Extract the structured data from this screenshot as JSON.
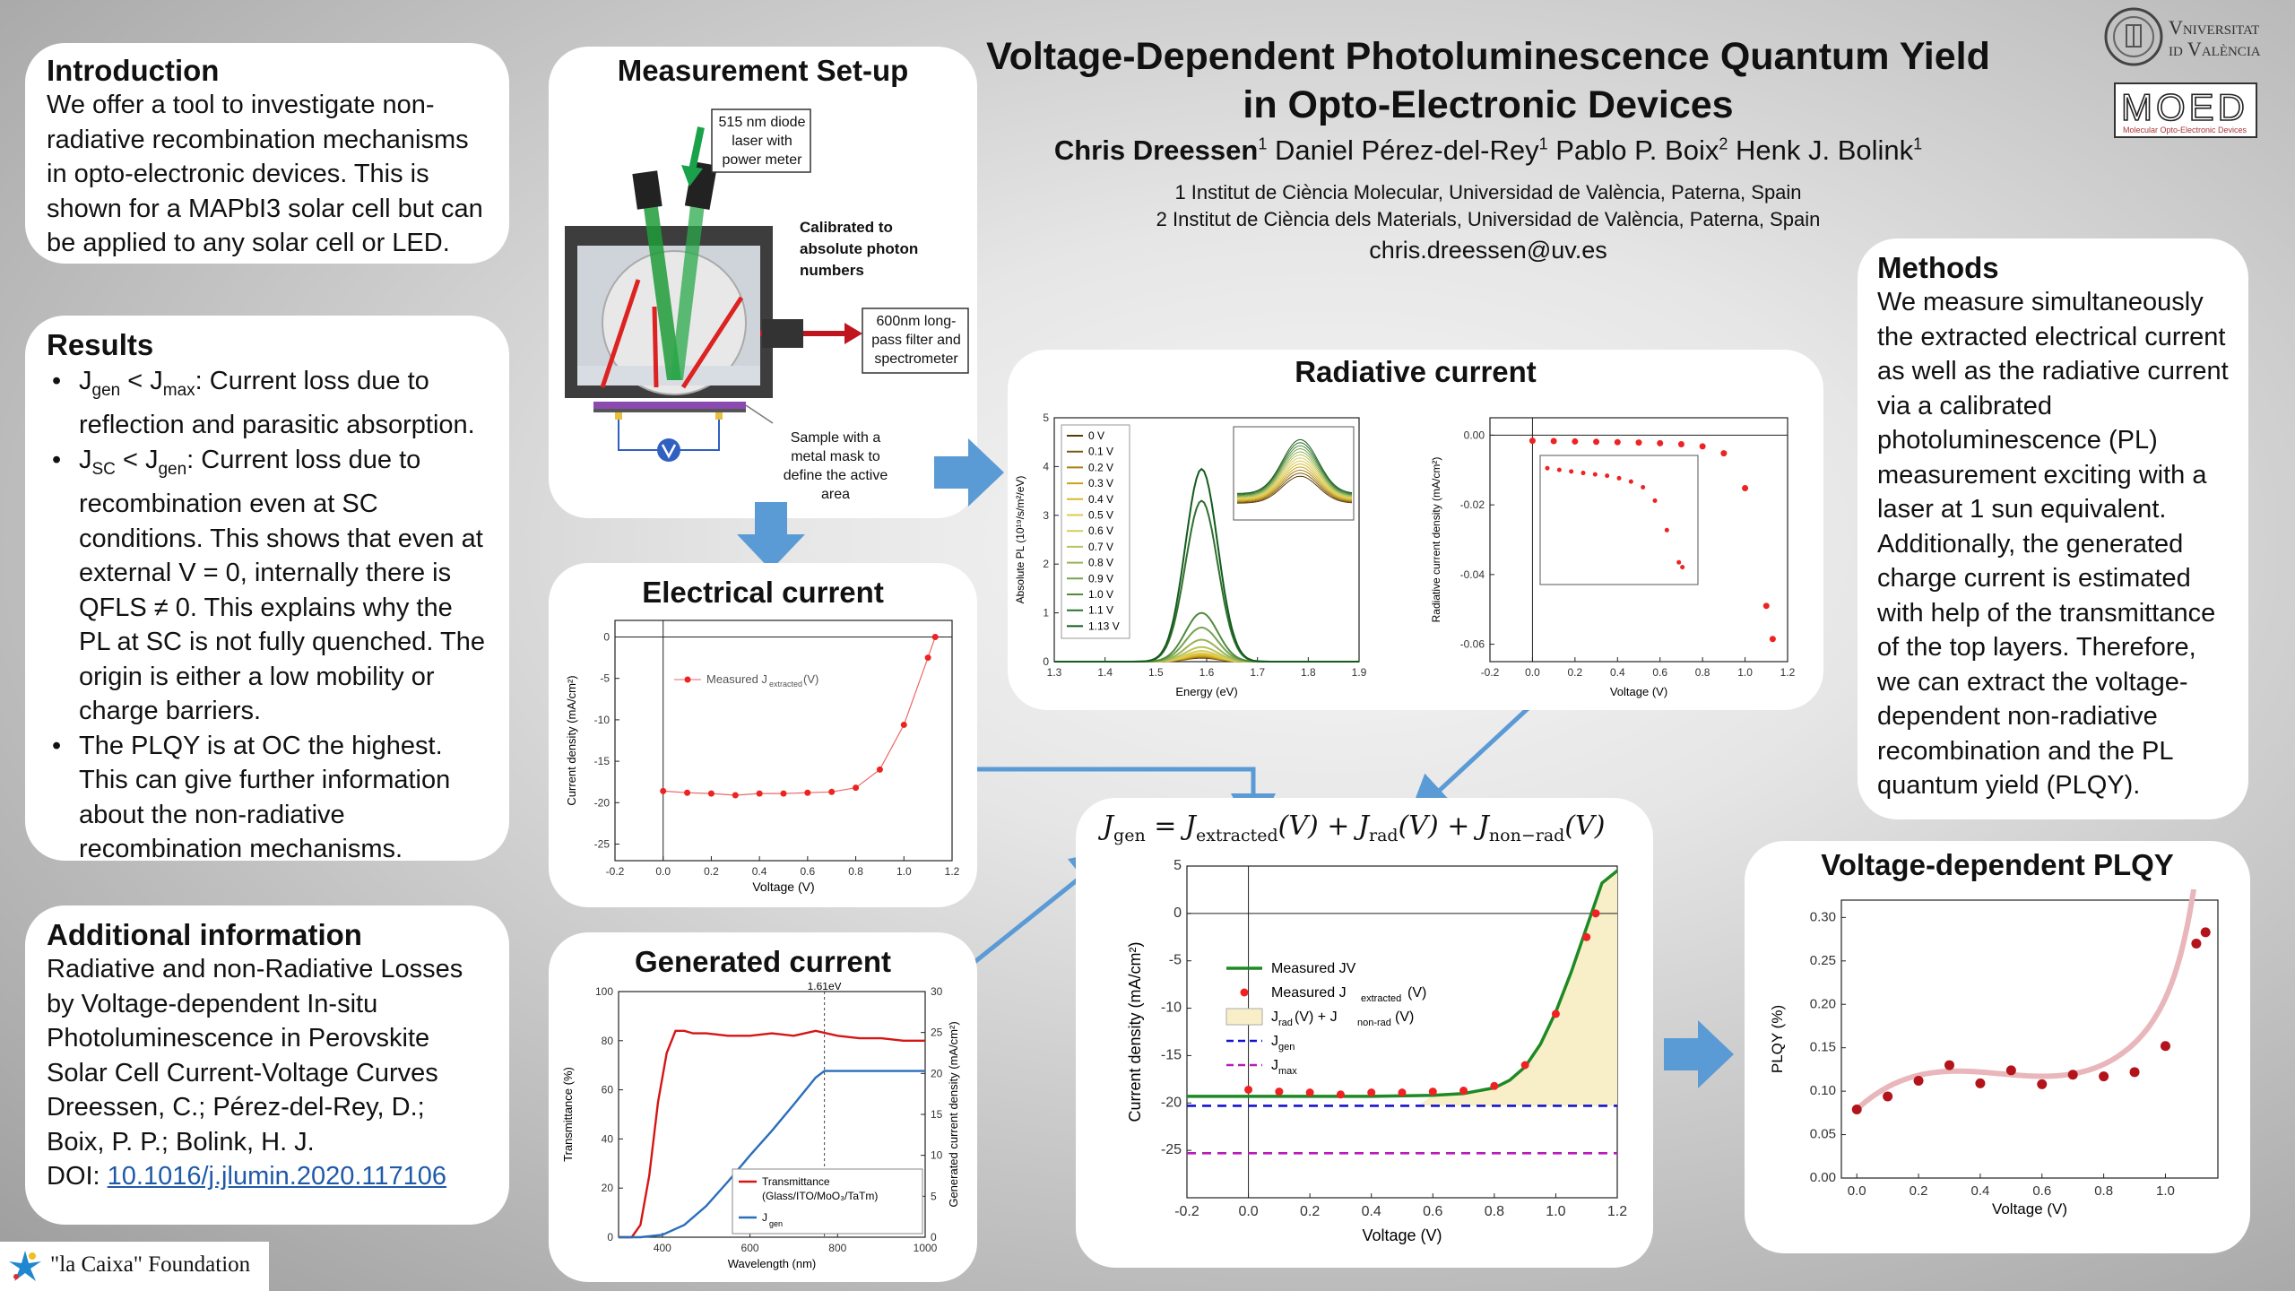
{
  "header": {
    "title_line1": "Voltage-Dependent Photoluminescence Quantum Yield",
    "title_line2": "in Opto-Electronic Devices",
    "authors": [
      {
        "name": "Chris Dreessen",
        "sup": "1"
      },
      {
        "name": "Daniel Pérez-del-Rey",
        "sup": "1"
      },
      {
        "name": "Pablo P. Boix",
        "sup": "2"
      },
      {
        "name": "Henk J. Bolink",
        "sup": "1"
      }
    ],
    "affiliation1": "1 Institut de Ciència Molecular, Universidad de València, Paterna, Spain",
    "affiliation2": "2 Institut de Ciència dels Materials, Universidad de València, Paterna, Spain",
    "email": "chris.dreessen@uv.es"
  },
  "logos": {
    "uv_line1": "Vniversitat",
    "uv_line2": "id València",
    "moed": "MOED",
    "moed_sub": "Molecular Opto-Electronic Devices",
    "caixa": "\"la Caixa\" Foundation"
  },
  "introduction": {
    "title": "Introduction",
    "text": "We offer a tool to investigate non-radiative recombination mechanisms in opto-electronic devices. This is shown for a MAPbI3 solar cell but can be applied to any solar cell or LED."
  },
  "results": {
    "title": "Results",
    "b1_a": "J",
    "b1_sub1": "gen",
    "b1_b": " < J",
    "b1_sub2": "max",
    "b1_c": ": Current loss due to reflection and parasitic absorption.",
    "b2_a": "J",
    "b2_sub1": "SC",
    "b2_b": " < J",
    "b2_sub2": "gen",
    "b2_c": ": Current loss due to recombination even at SC conditions. This shows that even at external V = 0, internally there is QFLS ≠ 0. This explains why the PL at SC is not fully quenched. The origin is either a low mobility or charge barriers.",
    "b3": "The PLQY is at OC the highest. This can give further information about the non-radiative recombination mechanisms."
  },
  "additional": {
    "title": "Additional information",
    "text": "Radiative and non-Radiative Losses by Voltage-dependent In-situ Photoluminescence in Perovskite Solar Cell Current-Voltage Curves",
    "ref": "Dreessen, C.; Pérez-del-Rey, D.; Boix, P. P.; Bolink, H. J.",
    "doi_label": "DOI: ",
    "doi": "10.1016/j.jlumin.2020.117106"
  },
  "methods": {
    "title": "Methods",
    "text": "We measure simultaneously the extracted electrical current as well as the radiative current via a calibrated photoluminescence (PL) measurement exciting with a laser at 1 sun equivalent. Additionally, the generated charge current is estimated with help of the transmittance of the top layers. Therefore, we can extract the voltage-dependent non-radiative recombination and the PL quantum yield (PLQY)."
  },
  "setup": {
    "title": "Measurement Set-up",
    "laser": "515 nm diode laser with power meter",
    "calib": "Calibrated to absolute photon numbers",
    "filter": "600nm long-pass filter and spectrometer",
    "sample": "Sample with a metal mask to define the active area"
  },
  "electrical": {
    "title": "Electrical current",
    "xlabel": "Voltage (V)",
    "ylabel": "Current density (mA/cm²)",
    "legend": "Measured J",
    "legend_sub": "extracted",
    "legend_end": "(V)",
    "xticks": [
      "-0.2",
      "0.0",
      "0.2",
      "0.4",
      "0.6",
      "0.8",
      "1.0",
      "1.2"
    ],
    "yticks": [
      "0",
      "-5",
      "-10",
      "-15",
      "-20",
      "-25"
    ]
  },
  "generated": {
    "title": "Generated current",
    "xlabel": "Wavelength (nm)",
    "ylabel_left": "Transmittance (%)",
    "ylabel_right": "Generated current density (mA/cm²)",
    "marker": "1.61eV",
    "legend1": "Transmittance",
    "legend1b": "(Glass/ITO/MoO₃/TaTm)",
    "legend2": "J",
    "legend2_sub": "gen",
    "xticks": [
      "400",
      "600",
      "800",
      "1000"
    ],
    "yticks_left": [
      "0",
      "20",
      "40",
      "60",
      "80",
      "100"
    ],
    "yticks_right": [
      "0",
      "5",
      "10",
      "15",
      "20",
      "25",
      "30"
    ]
  },
  "radiative": {
    "title": "Radiative current",
    "pl_xlabel": "Energy (eV)",
    "pl_ylabel": "Absolute PL (10¹⁹/s/m²/eV)",
    "pl_xticks": [
      "1.3",
      "1.4",
      "1.5",
      "1.6",
      "1.7",
      "1.8",
      "1.9"
    ],
    "pl_yticks": [
      "0",
      "1",
      "2",
      "3",
      "4",
      "5"
    ],
    "legend_voltages": [
      "0 V",
      "0.1 V",
      "0.2 V",
      "0.3 V",
      "0.4 V",
      "0.5 V",
      "0.6 V",
      "0.7 V",
      "0.8 V",
      "0.9 V",
      "1.0 V",
      "1.1 V",
      "1.13 V"
    ],
    "legend_colors": [
      "#5b3a07",
      "#7a5a10",
      "#a87f10",
      "#c9a21a",
      "#d8b92d",
      "#e0c84a",
      "#d4cf5a",
      "#b8c45c",
      "#97b456",
      "#76a34f",
      "#4f8a3d",
      "#2f6f2d",
      "#135b1c"
    ],
    "rc_xlabel": "Voltage (V)",
    "rc_ylabel": "Radiative current density (mA/cm²)",
    "rc_xticks": [
      "-0.2",
      "0.0",
      "0.2",
      "0.4",
      "0.6",
      "0.8",
      "1.0",
      "1.2"
    ],
    "rc_yticks": [
      "0.00",
      "-0.02",
      "-0.04",
      "-0.06"
    ]
  },
  "equation": {
    "lhs": "J",
    "lhs_sub": "gen",
    "t1": "J",
    "t1_sub": "extracted",
    "t2": "J",
    "t2_sub": "rad",
    "t3": "J",
    "t3_sub": "non−rad",
    "arg": "(V)"
  },
  "jv": {
    "xlabel": "Voltage (V)",
    "ylabel": "Current density (mA/cm²)",
    "xticks": [
      "-0.2",
      "0.0",
      "0.2",
      "0.4",
      "0.6",
      "0.8",
      "1.0",
      "1.2"
    ],
    "yticks": [
      "5",
      "0",
      "-5",
      "-10",
      "-15",
      "-20",
      "-25"
    ],
    "legend": [
      "Measured JV",
      "Measured J",
      "J",
      "J",
      "J"
    ],
    "legend_sub": [
      "",
      "extracted",
      "rad",
      "gen",
      "max"
    ],
    "legend_tail": [
      "",
      "(V)",
      "(V) + J",
      "",
      ""
    ],
    "legend_tail2": "non-rad",
    "legend_tail3": "(V)"
  },
  "plqy": {
    "title": "Voltage-dependent PLQY",
    "xlabel": "Voltage (V)",
    "ylabel": "PLQY (%)",
    "xticks": [
      "0.0",
      "0.2",
      "0.4",
      "0.6",
      "0.8",
      "1.0"
    ],
    "yticks": [
      "0.00",
      "0.05",
      "0.10",
      "0.15",
      "0.20",
      "0.25",
      "0.30"
    ]
  },
  "chart_data": [
    {
      "type": "scatter",
      "id": "electrical",
      "title": "Electrical current",
      "xlabel": "Voltage (V)",
      "ylabel": "Current density (mA/cm²)",
      "xlim": [
        -0.2,
        1.2
      ],
      "ylim": [
        -27,
        2
      ],
      "series": [
        {
          "name": "Measured Jextracted(V)",
          "x": [
            0,
            0.1,
            0.2,
            0.3,
            0.4,
            0.5,
            0.6,
            0.7,
            0.8,
            0.9,
            1.0,
            1.1,
            1.13
          ],
          "y": [
            -18.6,
            -18.8,
            -18.9,
            -19.1,
            -18.9,
            -18.9,
            -18.8,
            -18.7,
            -18.2,
            -16.0,
            -10.6,
            -2.5,
            0
          ]
        }
      ]
    },
    {
      "type": "line",
      "id": "generated",
      "title": "Generated current",
      "xlabel": "Wavelength (nm)",
      "xlim": [
        300,
        1000
      ],
      "series": [
        {
          "name": "Transmittance (Glass/ITO/MoO3/TaTm)",
          "x": [
            300,
            330,
            350,
            370,
            390,
            410,
            430,
            450,
            470,
            500,
            550,
            600,
            650,
            700,
            750,
            800,
            850,
            900,
            950,
            1000
          ],
          "y": [
            0,
            0,
            5,
            25,
            55,
            75,
            84,
            84,
            83,
            83,
            82,
            82,
            83,
            82,
            84,
            82,
            81,
            81,
            80,
            80
          ]
        },
        {
          "name": "Jgen",
          "x": [
            300,
            350,
            400,
            450,
            500,
            550,
            600,
            650,
            700,
            750,
            770,
            800,
            900,
            1000
          ],
          "y": [
            0,
            0,
            0.3,
            1.5,
            3.8,
            6.8,
            10,
            13,
            16.2,
            19.5,
            20.3,
            20.3,
            20.3,
            20.3
          ]
        }
      ]
    },
    {
      "type": "line",
      "id": "pl",
      "xlabel": "Energy (eV)",
      "ylabel": "Absolute PL (10^19/s/m²/eV)",
      "xlim": [
        1.3,
        1.9
      ],
      "ylim": [
        0,
        5
      ],
      "series_peaks": [
        0.08,
        0.09,
        0.1,
        0.12,
        0.14,
        0.17,
        0.22,
        0.3,
        0.45,
        0.7,
        1.0,
        3.3,
        3.95
      ],
      "peak_energy": 1.59
    },
    {
      "type": "scatter",
      "id": "radiative",
      "xlabel": "Voltage (V)",
      "ylabel": "Radiative current density (mA/cm²)",
      "xlim": [
        -0.2,
        1.2
      ],
      "ylim": [
        -0.065,
        0.005
      ],
      "series": [
        {
          "name": "Jrad",
          "x": [
            0,
            0.1,
            0.2,
            0.3,
            0.4,
            0.5,
            0.6,
            0.7,
            0.8,
            0.9,
            1.0,
            1.1,
            1.13
          ],
          "y": [
            -0.0016,
            -0.0017,
            -0.0018,
            -0.0019,
            -0.002,
            -0.0021,
            -0.0023,
            -0.0026,
            -0.0032,
            -0.0052,
            -0.0152,
            -0.049,
            -0.0585
          ]
        }
      ]
    },
    {
      "type": "line",
      "id": "jv",
      "xlabel": "Voltage (V)",
      "ylabel": "Current density (mA/cm²)",
      "xlim": [
        -0.2,
        1.2
      ],
      "ylim": [
        -30,
        5
      ],
      "series": [
        {
          "name": "Measured JV",
          "x": [
            -0.2,
            0,
            0.2,
            0.4,
            0.6,
            0.7,
            0.8,
            0.85,
            0.9,
            0.95,
            1.0,
            1.05,
            1.1,
            1.15,
            1.2
          ],
          "y": [
            -19.3,
            -19.3,
            -19.3,
            -19.3,
            -19.2,
            -19.0,
            -18.4,
            -17.6,
            -16.2,
            -13.8,
            -10.4,
            -6.2,
            -1.5,
            3.2,
            4.5
          ]
        },
        {
          "name": "Measured Jextracted(V)",
          "x": [
            0,
            0.1,
            0.2,
            0.3,
            0.4,
            0.5,
            0.6,
            0.7,
            0.8,
            0.9,
            1.0,
            1.1,
            1.13
          ],
          "y": [
            -18.6,
            -18.8,
            -18.9,
            -19.1,
            -18.9,
            -18.9,
            -18.8,
            -18.7,
            -18.2,
            -16.0,
            -10.6,
            -2.5,
            0
          ]
        },
        {
          "name": "Jgen",
          "y_const": -20.3
        },
        {
          "name": "Jmax",
          "y_const": -25.3
        }
      ]
    },
    {
      "type": "scatter",
      "id": "plqy",
      "title": "Voltage-dependent PLQY",
      "xlabel": "Voltage (V)",
      "ylabel": "PLQY (%)",
      "xlim": [
        -0.05,
        1.17
      ],
      "ylim": [
        0,
        0.32
      ],
      "series": [
        {
          "name": "PLQY",
          "x": [
            0,
            0.1,
            0.2,
            0.3,
            0.4,
            0.5,
            0.6,
            0.7,
            0.8,
            0.9,
            1.0,
            1.1,
            1.13
          ],
          "y": [
            0.079,
            0.094,
            0.112,
            0.13,
            0.109,
            0.124,
            0.108,
            0.119,
            0.117,
            0.122,
            0.152,
            0.27,
            0.283
          ]
        }
      ]
    }
  ]
}
